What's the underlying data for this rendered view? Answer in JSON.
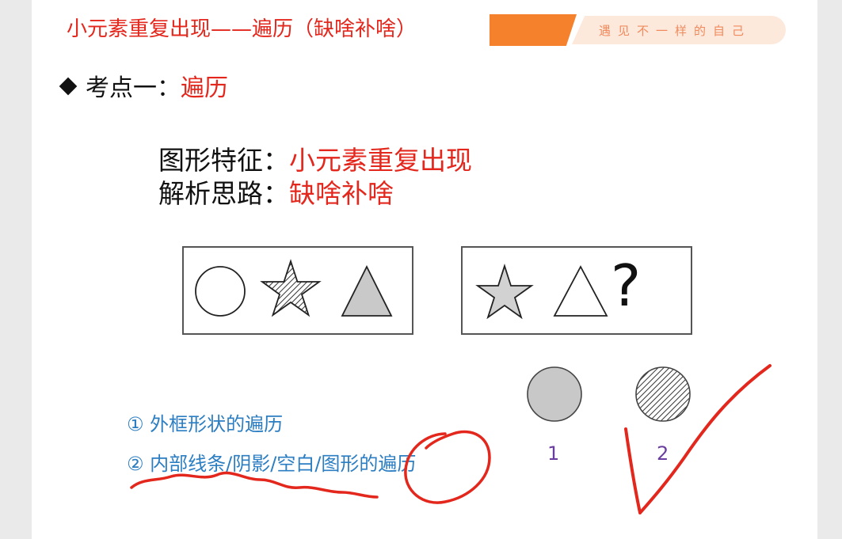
{
  "header": {
    "title": "小元素重复出现——遍历（缺啥补啥）",
    "slogan": "遇见不一样的自己",
    "accent_color": "#f5812c"
  },
  "kaodian": {
    "prefix": "考点一：",
    "value": "遍历"
  },
  "features": [
    {
      "label": "图形特征：",
      "value": "小元素重复出现"
    },
    {
      "label": "解析思路：",
      "value": "缺啥补啥"
    }
  ],
  "question": {
    "box1_shapes": [
      "circle-icon",
      "hatched-star-icon",
      "gray-triangle-icon"
    ],
    "box2_shapes": [
      "gray-star-icon",
      "white-triangle-icon"
    ],
    "unknown": "?"
  },
  "options": [
    {
      "label": "1",
      "shape": "gray-circle-icon"
    },
    {
      "label": "2",
      "shape": "hatched-circle-icon"
    }
  ],
  "points": [
    "① 外框形状的遍历",
    "② 内部线条/阴影/空白/图形的遍历"
  ],
  "colors": {
    "red": "#e3271d",
    "blue": "#2c7ec2",
    "purple": "#6a3e9e"
  }
}
